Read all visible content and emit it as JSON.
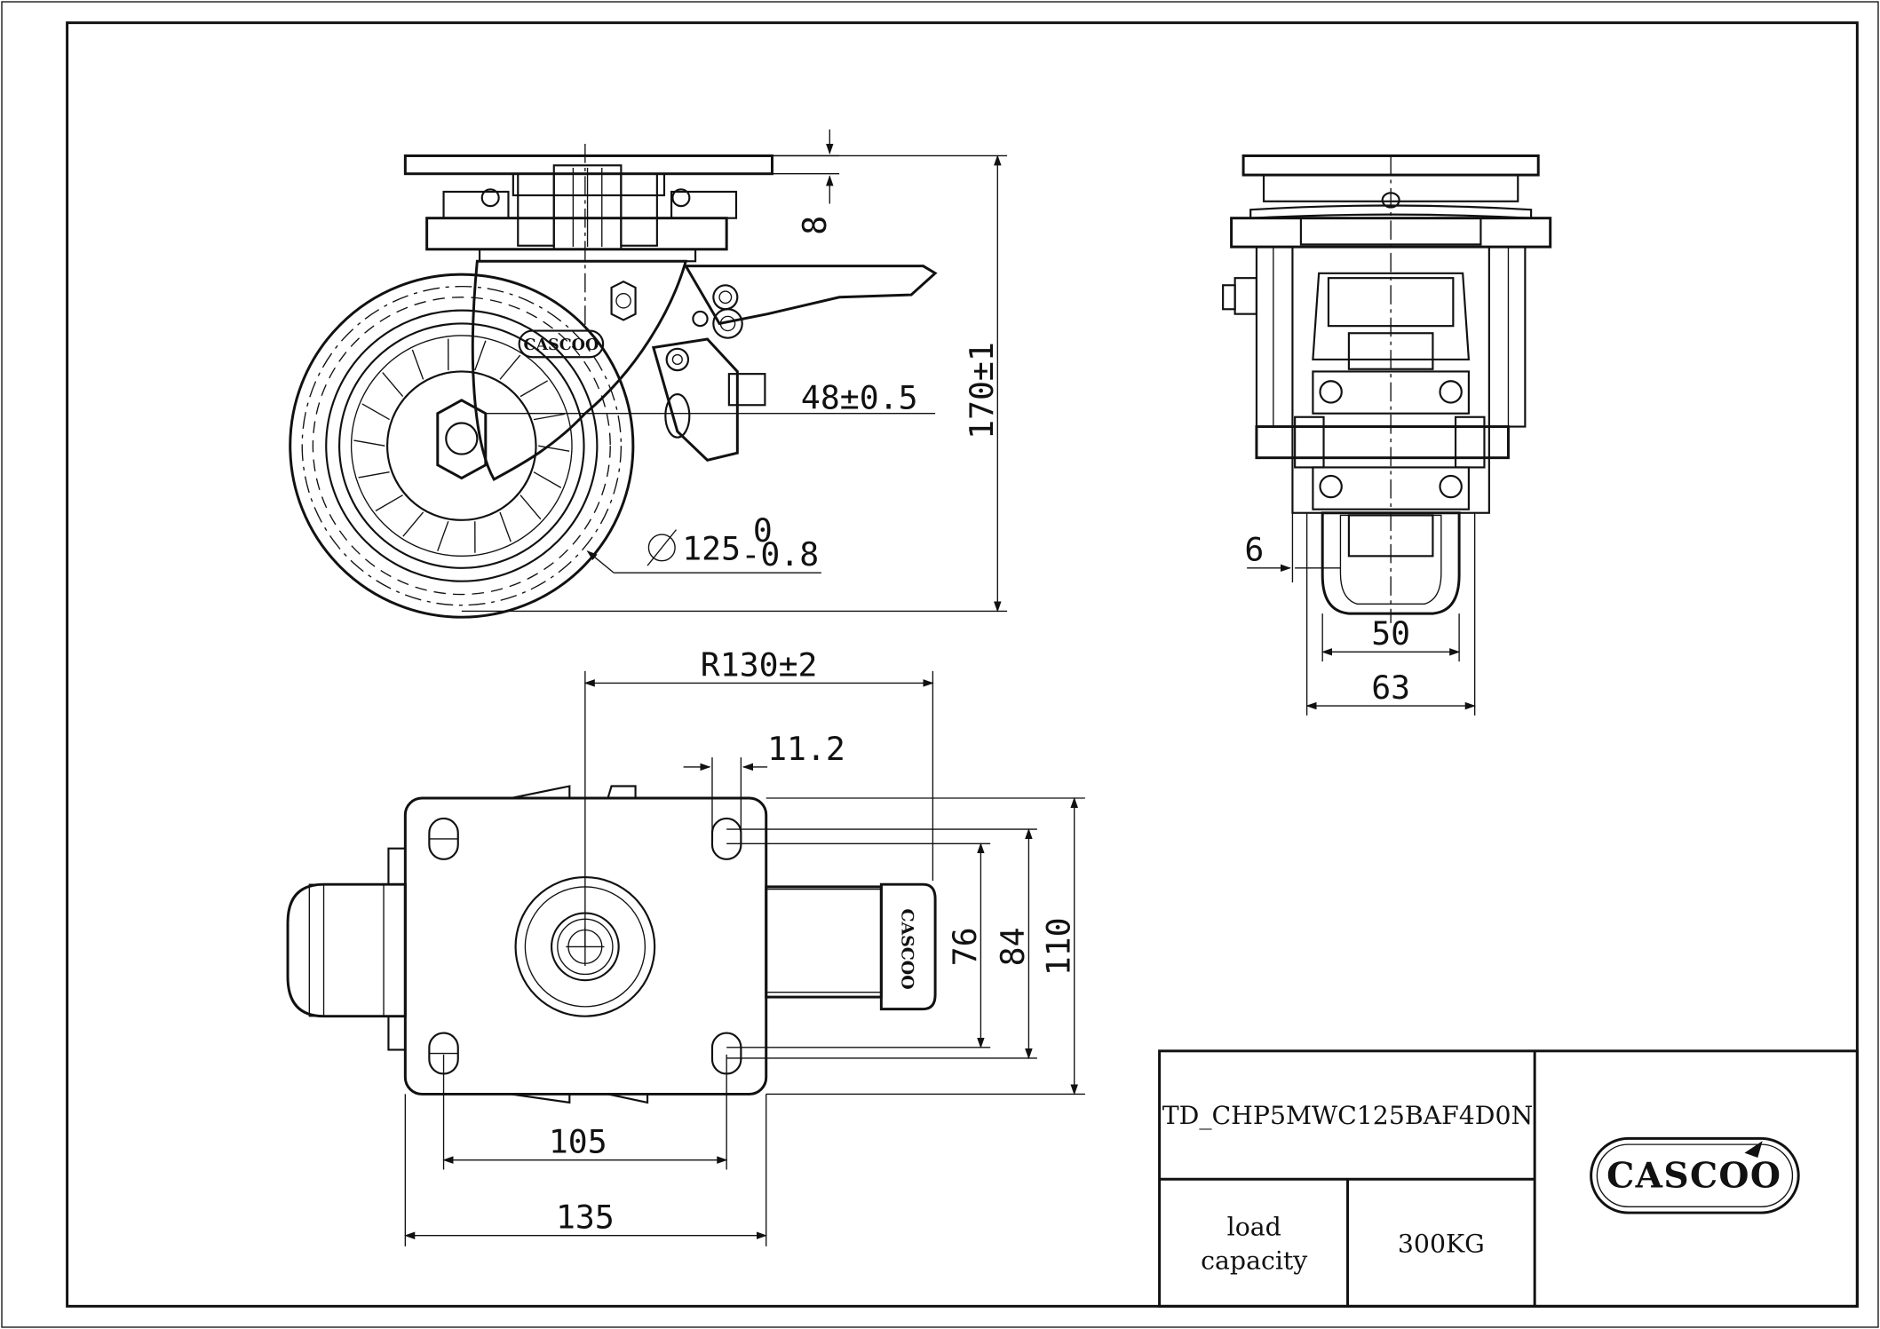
{
  "dimensions": {
    "plate_gap": "8",
    "total_height": "170±1",
    "lever_height": "48±0.5",
    "wheel_diameter": "125",
    "wheel_tol_upper": "0",
    "wheel_tol_lower": "-0.8",
    "side_offset": "6",
    "tread_width": "50",
    "fork_width": "63",
    "swivel_radius": "R130±2",
    "hole_offset": "11.2",
    "hole_spacing_y": "76",
    "plate_span_y": "84",
    "plate_height": "110",
    "hole_spacing_x": "105",
    "plate_width": "135"
  },
  "logo_text": "CASCOO",
  "title_block": {
    "part_number": "TD_CHP5MWC125BAF4D0N",
    "load_label_line1": "load",
    "load_label_line2": "capacity",
    "load_value": "300KG"
  }
}
